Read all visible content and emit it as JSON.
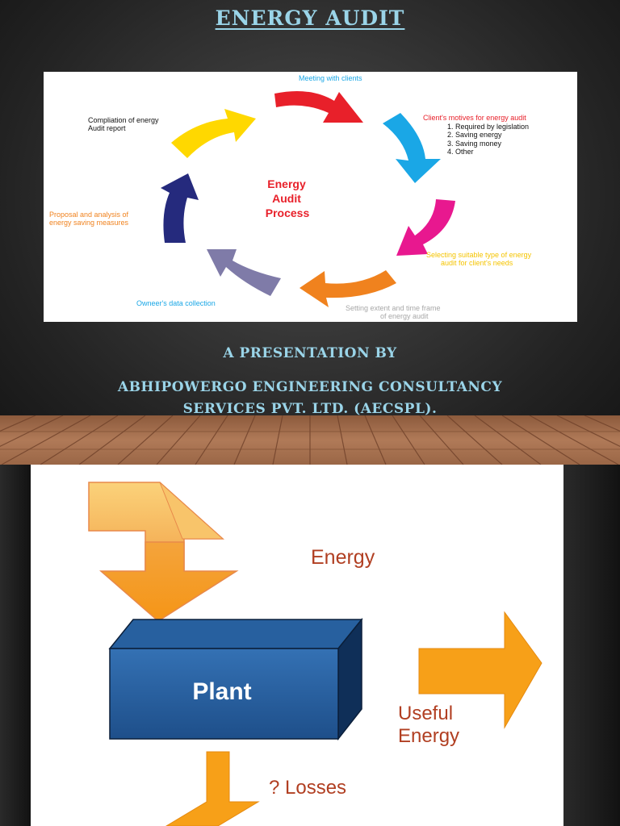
{
  "slide1": {
    "title": "ENERGY AUDIT",
    "diagram": {
      "center_lines": [
        "Energy",
        "Audit",
        "Process"
      ],
      "meeting": "Meeting with clients",
      "motives_heading": "Client's motives for energy audit",
      "motives": [
        "1. Required by legislation",
        "2. Saving energy",
        "3. Saving money",
        "4. Other"
      ],
      "selecting": [
        "Selecting suitable type of energy",
        "audit for client's needs"
      ],
      "setting": [
        "Setting extent and time frame",
        "of energy audit"
      ],
      "owner": "Owneer's data collection",
      "proposal": [
        "Proposal and analysis of",
        "energy saving measures"
      ],
      "compilation": [
        "Compliation of energy",
        "Audit report"
      ],
      "colors": {
        "red": "#e8202a",
        "blue": "#1aa7e6",
        "magenta": "#e8188f",
        "orange": "#f0821e",
        "lavender": "#7f7ba8",
        "navy": "#252a7d",
        "yellow": "#ffd800"
      }
    },
    "caption_line1": "A PRESENTATION BY",
    "caption_line2": "ABHIPOWERGO ENGINEERING   CONSULTANCY\nSERVICES PVT. LTD. (AECSPL)."
  },
  "slide2": {
    "energy_label": "Energy",
    "plant_label": "Plant",
    "useful_label_1": "Useful",
    "useful_label_2": "Energy",
    "losses_label": "? Losses"
  }
}
